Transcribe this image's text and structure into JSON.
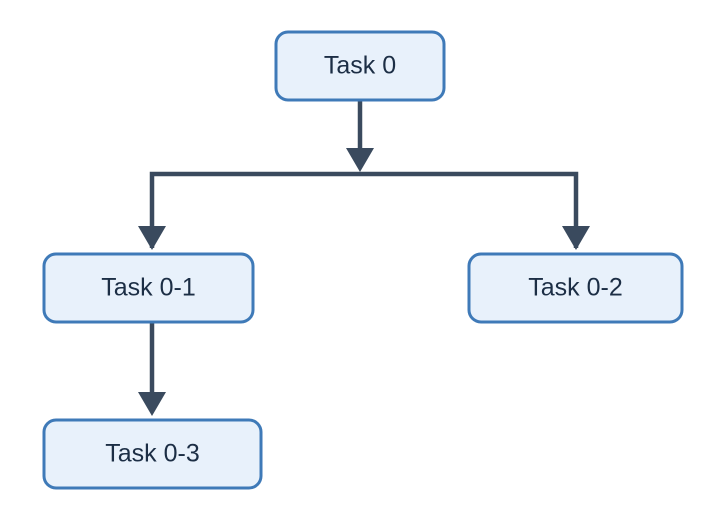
{
  "nodes": {
    "task_0": "Task 0",
    "task_0_1": "Task 0-1",
    "task_0_2": "Task 0-2",
    "task_0_3": "Task 0-3"
  },
  "colors": {
    "node_fill": "#e8f1fb",
    "node_border": "#3f7ab8",
    "connector": "#3a4a5e",
    "label_text": "#1c2e45"
  }
}
